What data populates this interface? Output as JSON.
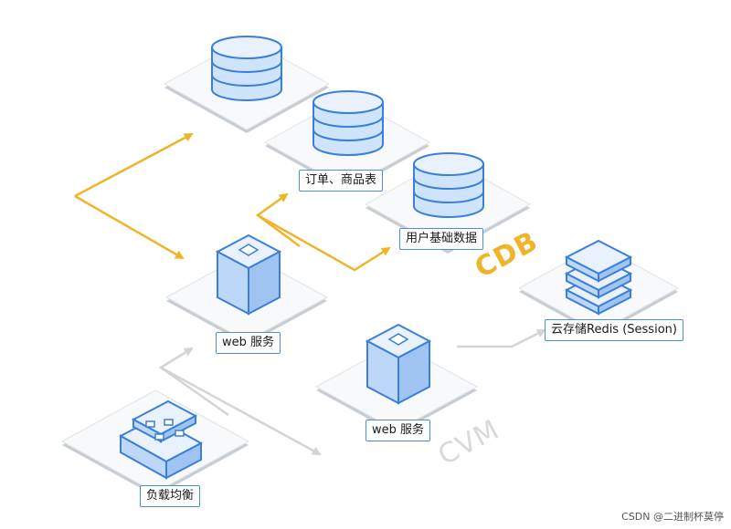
{
  "labels": {
    "order_table": "订单、商品表",
    "user_data": "用户基础数据",
    "redis": "云存储Redis (Session)",
    "web_service_1": "web 服务",
    "web_service_2": "web 服务",
    "load_balancer": "负载均衡"
  },
  "zones": {
    "cdb": "CDB",
    "cvm": "CVM"
  },
  "watermark": "CSDN @二进制杯莫停",
  "colors": {
    "accent_blue": "#3a7fd8",
    "fill_blue": "#cfe3fb",
    "arrow_yellow": "#f0b429",
    "arrow_gray": "#d4d4d4",
    "cdb_text": "#f0b429",
    "cvm_text": "#d9d9d9"
  }
}
